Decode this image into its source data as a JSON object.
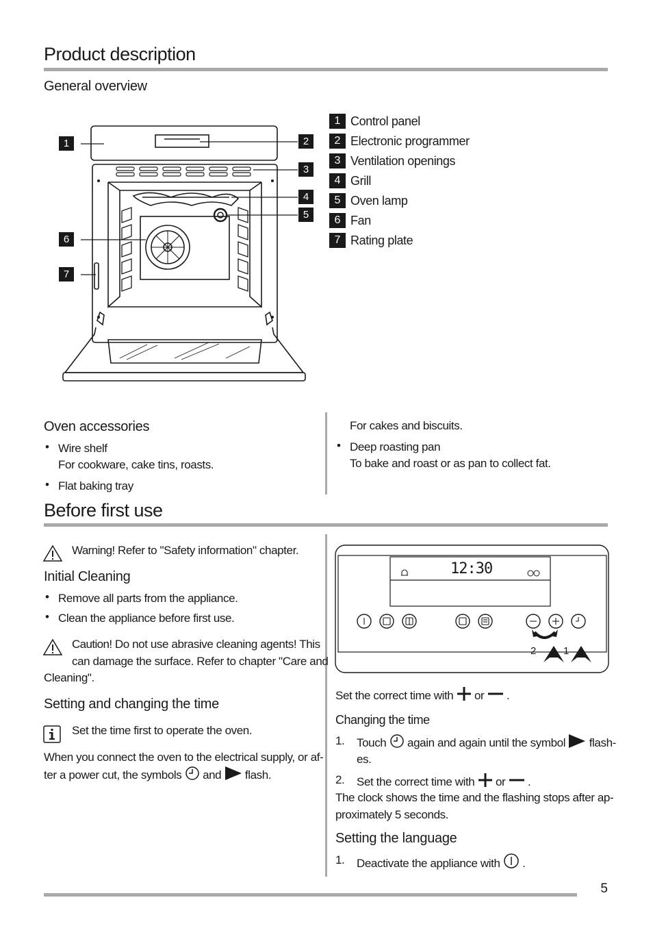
{
  "sections": {
    "product_description": "Product description",
    "general_overview": "General overview",
    "before_first_use": "Before first use"
  },
  "legend": [
    {
      "num": "1",
      "label": "Control panel"
    },
    {
      "num": "2",
      "label": "Electronic programmer"
    },
    {
      "num": "3",
      "label": "Ventilation openings"
    },
    {
      "num": "4",
      "label": "Grill"
    },
    {
      "num": "5",
      "label": "Oven lamp"
    },
    {
      "num": "6",
      "label": "Fan"
    },
    {
      "num": "7",
      "label": "Rating plate"
    }
  ],
  "accessories": {
    "title": "Oven accessories",
    "wire_shelf": "Wire shelf",
    "wire_shelf_desc": "For cookware, cake tins, roasts.",
    "flat_tray": "Flat baking tray",
    "flat_tray_desc": "For cakes and biscuits.",
    "deep_pan": "Deep roasting pan",
    "deep_pan_desc": "To bake and roast or as pan to collect fat."
  },
  "warning": {
    "label": "Warning!",
    "text": "Refer to \"Safety information\" chapter."
  },
  "initial_cleaning": {
    "title": "Initial Cleaning",
    "items": [
      "Remove all parts from the appliance.",
      "Clean the appliance before first use."
    ]
  },
  "caution": {
    "label": "Caution!",
    "line1": "Do not use abrasive cleaning agents! This",
    "line2": "can damage the surface. Refer to chapter \"Care and",
    "line3": "Cleaning\"."
  },
  "setting_time": {
    "title": "Setting and changing the time",
    "info": "Set the time first to operate the oven.",
    "p1": "When you connect the oven to the electrical supply, or af-",
    "p2a": "ter a power cut, the symbols",
    "p2b": "and",
    "p2c": "flash."
  },
  "display": {
    "time": "12:30",
    "arrow_label_2": "2",
    "arrow_label_1": "1"
  },
  "right_col": {
    "set_correct_a": "Set the correct time with",
    "or": "or",
    "period": ".",
    "changing_title": "Changing the time",
    "step1_num": "1.",
    "step1_a": "Touch",
    "step1_b": "again and again until the symbol",
    "step1_c": "flash-",
    "step1_d": "es.",
    "step2_num": "2.",
    "step2_a": "Set the correct time with",
    "clock_p1": "The clock shows the time and the flashing stops after ap-",
    "clock_p2": "proximately 5 seconds.",
    "language_title": "Setting the language",
    "lang1_num": "1.",
    "lang1_a": "Deactivate the appliance with"
  },
  "page_number": "5"
}
